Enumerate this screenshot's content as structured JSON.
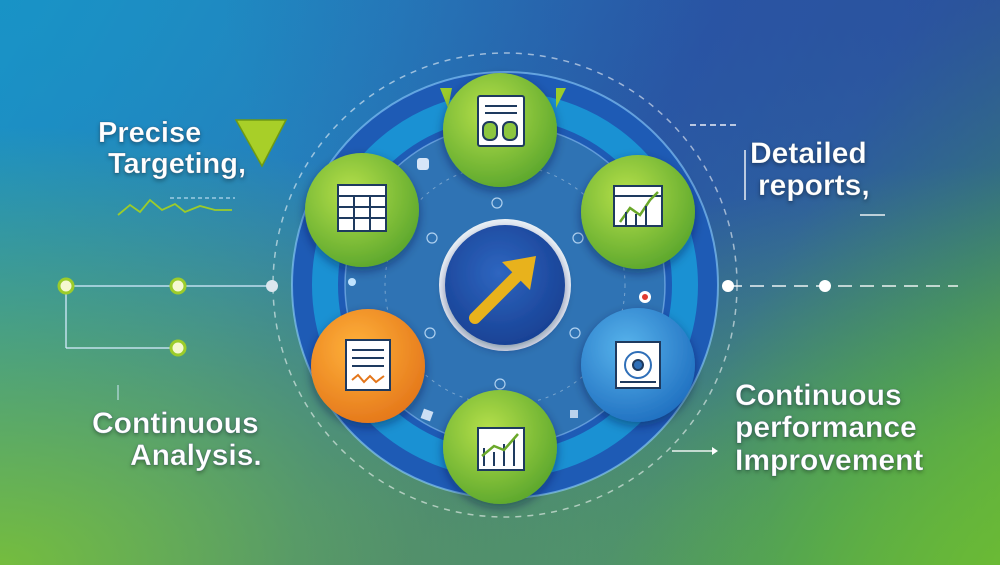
{
  "labels": {
    "precise_targeting": [
      "Precise",
      "Targeting,"
    ],
    "detailed_reports": [
      "Detailed",
      "reports,"
    ],
    "continuous_analysis": [
      "Continuous",
      "Analysis."
    ],
    "continuous_improvement": [
      "Continuous",
      "performance",
      "Improvement"
    ]
  },
  "nodes": [
    {
      "name": "node-targeting-top",
      "icon": "document-icon",
      "color": "#8cc63f"
    },
    {
      "name": "node-reports",
      "icon": "bar-chart-icon",
      "color": "#8cc63f"
    },
    {
      "name": "node-improvement",
      "icon": "gear-document-icon",
      "color": "#2f8fd8"
    },
    {
      "name": "node-bottom",
      "icon": "growth-chart-icon",
      "color": "#7cc242"
    },
    {
      "name": "node-analysis",
      "icon": "checklist-icon",
      "color": "#f39a1e"
    },
    {
      "name": "node-spreadsheet",
      "icon": "spreadsheet-icon",
      "color": "#5fb84a"
    }
  ],
  "center": {
    "icon": "arrow-up-right-icon",
    "color": "#1f4fa8",
    "arrow_color": "#e8b21c"
  },
  "colors": {
    "ring": "#1e5bb5",
    "ring_inner": "#2a6fc8",
    "accent_green": "#9ccc2a"
  }
}
